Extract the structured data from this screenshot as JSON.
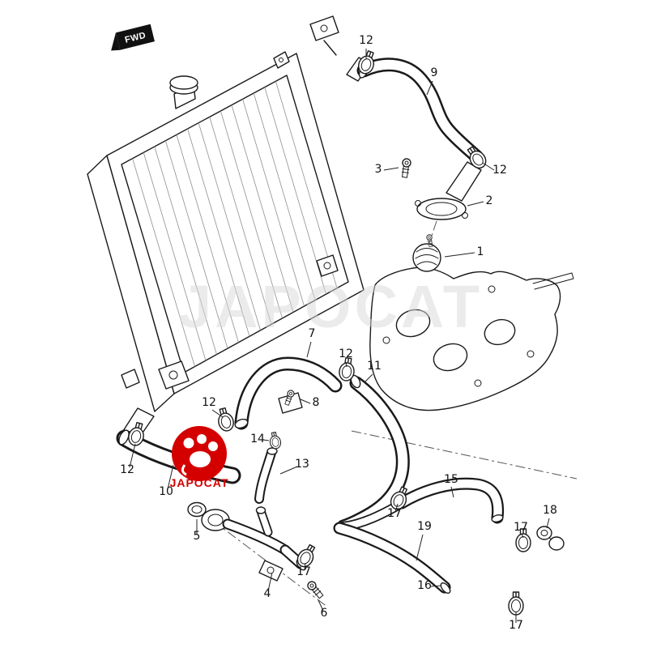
{
  "diagram": {
    "fwd_label": "FWD",
    "watermark": "JAPOCAT",
    "brand_name": "JAPOCAT",
    "brand_color": "#d40000",
    "watermark_color": "#d8d8d8"
  },
  "callout_labels": {
    "1": "1",
    "2": "2",
    "3": "3",
    "4": "4",
    "5": "5",
    "6": "6",
    "7": "7",
    "8": "8",
    "9": "9",
    "10": "10",
    "11": "11",
    "12": "12",
    "13": "13",
    "14": "14",
    "15": "15",
    "16": "16",
    "17": "17",
    "18": "18",
    "19": "19"
  }
}
